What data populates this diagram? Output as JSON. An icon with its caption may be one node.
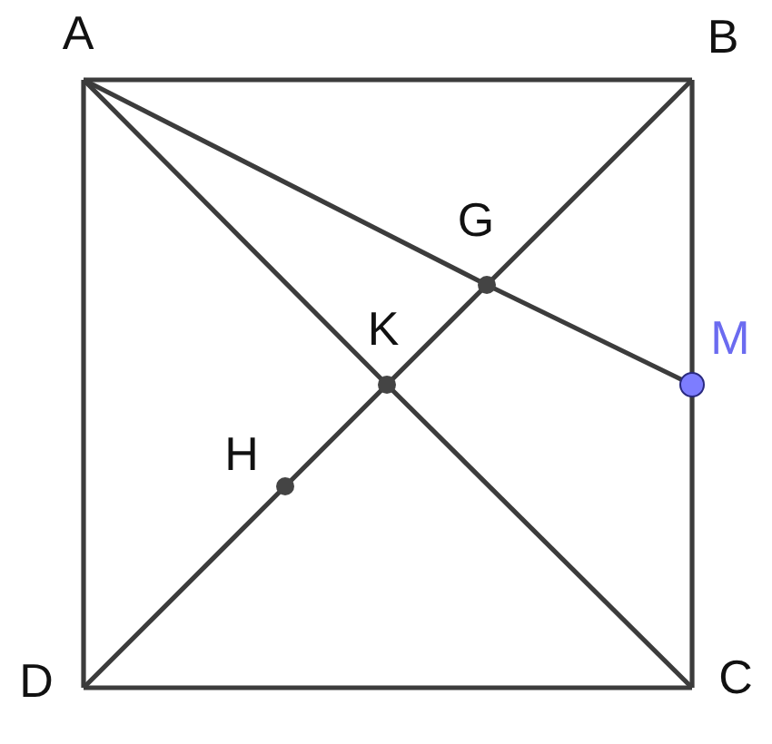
{
  "diagram": {
    "nodes": [
      {
        "text": [
          "A"
        ]
      },
      {
        "text": [
          "B"
        ]
      },
      {
        "text": [
          "C"
        ]
      },
      {
        "text": [
          "D"
        ]
      },
      {
        "text": [
          "G"
        ]
      },
      {
        "text": [
          "K"
        ]
      },
      {
        "text": [
          "H"
        ]
      },
      {
        "text": [
          "M"
        ]
      }
    ],
    "edges": [
      {
        "from": 0,
        "to": 1,
        "arrow": "none"
      },
      {
        "from": 1,
        "to": 7,
        "arrow": "none"
      },
      {
        "from": 7,
        "to": 2,
        "arrow": "none"
      },
      {
        "from": 2,
        "to": 3,
        "arrow": "none"
      },
      {
        "from": 3,
        "to": 0,
        "arrow": "none"
      },
      {
        "from": 0,
        "to": 5,
        "arrow": "none"
      },
      {
        "from": 5,
        "to": 2,
        "arrow": "none"
      },
      {
        "from": 3,
        "to": 6,
        "arrow": "none"
      },
      {
        "from": 6,
        "to": 5,
        "arrow": "none"
      },
      {
        "from": 5,
        "to": 4,
        "arrow": "none"
      },
      {
        "from": 4,
        "to": 1,
        "arrow": "none"
      },
      {
        "from": 0,
        "to": 4,
        "arrow": "none"
      },
      {
        "from": 4,
        "to": 7,
        "arrow": "none"
      }
    ]
  }
}
